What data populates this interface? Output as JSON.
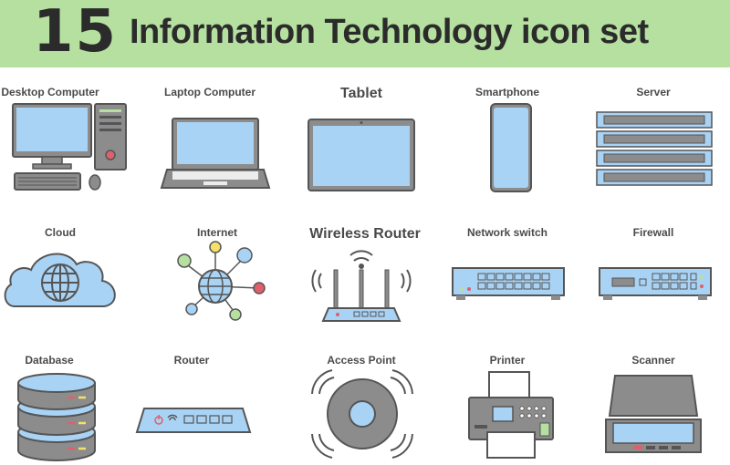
{
  "header": {
    "number": "15",
    "title": "Information Technology icon set"
  },
  "colors": {
    "banner": "#b5e0a0",
    "fill": "#a9d3f5",
    "stroke": "#555555",
    "gray": "#8c8c8c"
  },
  "icons": [
    {
      "label": "Desktop Computer",
      "icon": "desktop-computer-icon"
    },
    {
      "label": "Laptop Computer",
      "icon": "laptop-computer-icon"
    },
    {
      "label": "Tablet",
      "icon": "tablet-icon"
    },
    {
      "label": "Smartphone",
      "icon": "smartphone-icon"
    },
    {
      "label": "Server",
      "icon": "server-icon"
    },
    {
      "label": "Cloud",
      "icon": "cloud-icon"
    },
    {
      "label": "Internet",
      "icon": "internet-icon"
    },
    {
      "label": "Wireless Router",
      "icon": "wireless-router-icon"
    },
    {
      "label": "Network switch",
      "icon": "network-switch-icon"
    },
    {
      "label": "Firewall",
      "icon": "firewall-icon"
    },
    {
      "label": "Database",
      "icon": "database-icon"
    },
    {
      "label": "Router",
      "icon": "router-icon"
    },
    {
      "label": "Access Point",
      "icon": "access-point-icon"
    },
    {
      "label": "Printer",
      "icon": "printer-icon"
    },
    {
      "label": "Scanner",
      "icon": "scanner-icon"
    }
  ]
}
